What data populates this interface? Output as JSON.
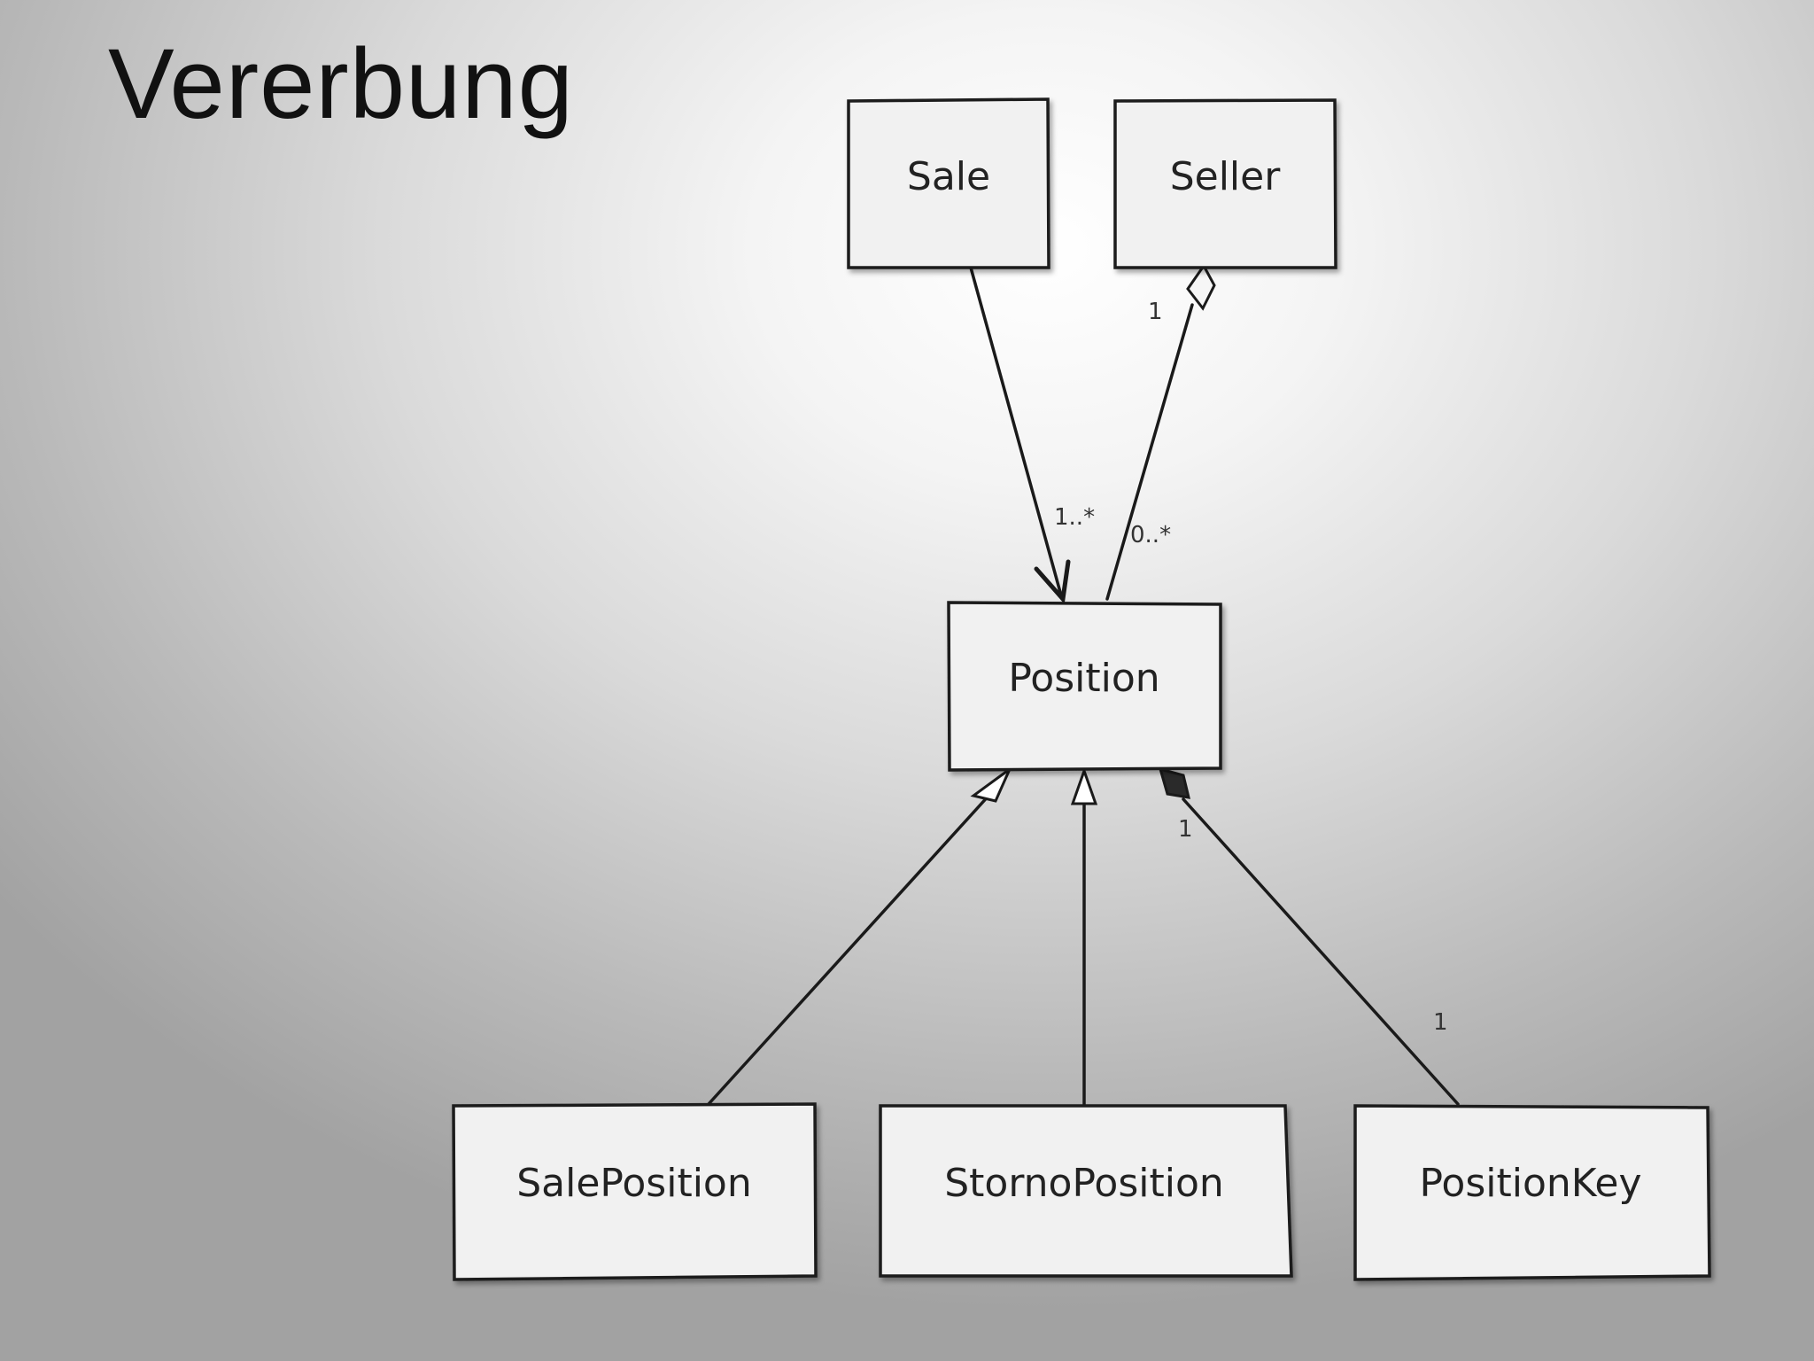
{
  "slide": {
    "title": "Vererbung"
  },
  "diagram": {
    "classes": {
      "sale": "Sale",
      "seller": "Seller",
      "position": "Position",
      "sale_position": "SalePosition",
      "storno_position": "StornoPosition",
      "position_key": "PositionKey"
    },
    "multiplicities": {
      "sale_position_end": "1..*",
      "seller_end": "1",
      "seller_position_end": "0..*",
      "position_composition_end": "1",
      "position_key_end": "1"
    },
    "relations": [
      {
        "from": "Sale",
        "to": "Position",
        "type": "directed-association"
      },
      {
        "from": "Position",
        "to": "Seller",
        "type": "aggregation"
      },
      {
        "from": "SalePosition",
        "to": "Position",
        "type": "generalization"
      },
      {
        "from": "StornoPosition",
        "to": "Position",
        "type": "generalization"
      },
      {
        "from": "PositionKey",
        "to": "Position",
        "type": "composition"
      }
    ]
  },
  "colors": {
    "ink": "#1a1a1a",
    "box_fill": "#f1f1f1"
  }
}
